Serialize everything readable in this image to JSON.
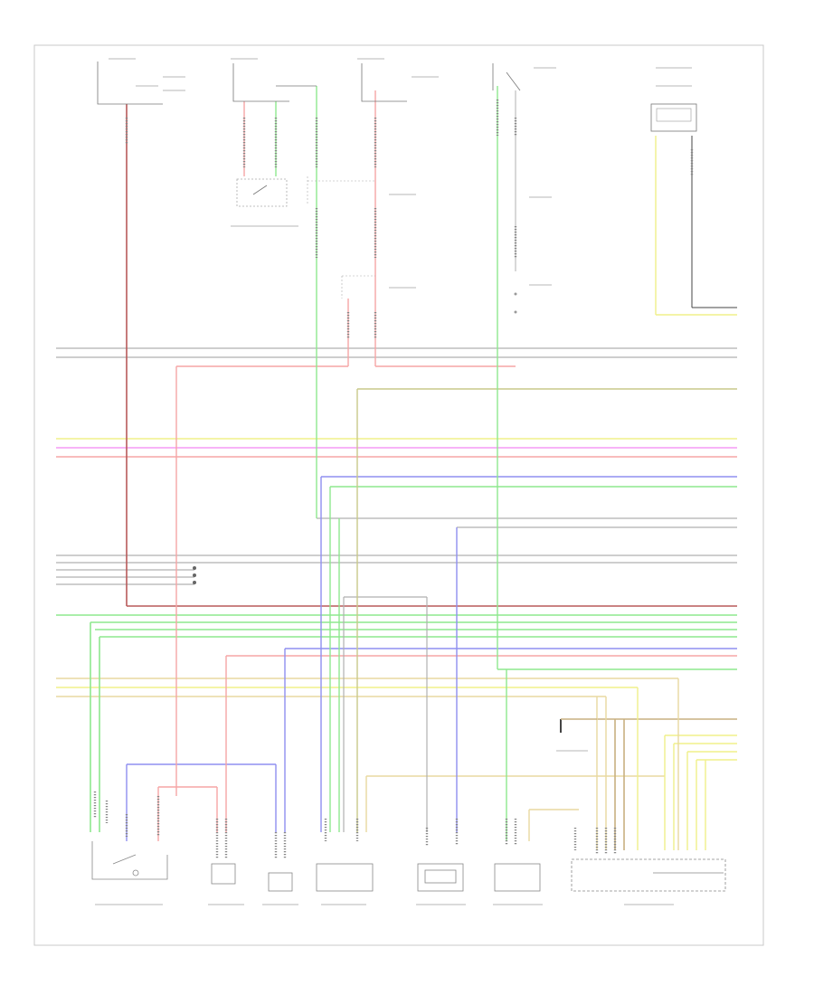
{
  "diagram": {
    "colors": {
      "red": "#f6a5a5",
      "dark_red": "#b85a5a",
      "green": "#8ee88e",
      "yellow": "#f0f08a",
      "pink": "#f59af5",
      "blue": "#8f8ff0",
      "gray": "#b0b0b0",
      "tan": "#e8d9a0",
      "olive": "#c9c98a",
      "brown": "#c8b080",
      "black": "#444444"
    },
    "wires": [
      {
        "color": "gray"
      },
      {
        "color": "gray"
      },
      {
        "color": "olive"
      },
      {
        "color": "yellow"
      },
      {
        "color": "pink"
      },
      {
        "color": "red"
      },
      {
        "color": "blue"
      },
      {
        "color": "green"
      },
      {
        "color": "gray"
      },
      {
        "color": "gray"
      },
      {
        "color": "gray"
      },
      {
        "color": "gray"
      },
      {
        "color": "gray"
      },
      {
        "color": "gray"
      },
      {
        "color": "gray"
      },
      {
        "color": "dark_red"
      },
      {
        "color": "green"
      },
      {
        "color": "green"
      },
      {
        "color": "green"
      },
      {
        "color": "green"
      },
      {
        "color": "red"
      },
      {
        "color": "blue"
      },
      {
        "color": "green"
      },
      {
        "color": "tan"
      },
      {
        "color": "yellow"
      },
      {
        "color": "tan"
      },
      {
        "color": "brown"
      },
      {
        "color": "yellow"
      },
      {
        "color": "yellow"
      },
      {
        "color": "yellow"
      },
      {
        "color": "yellow"
      }
    ],
    "footer_code": ""
  }
}
